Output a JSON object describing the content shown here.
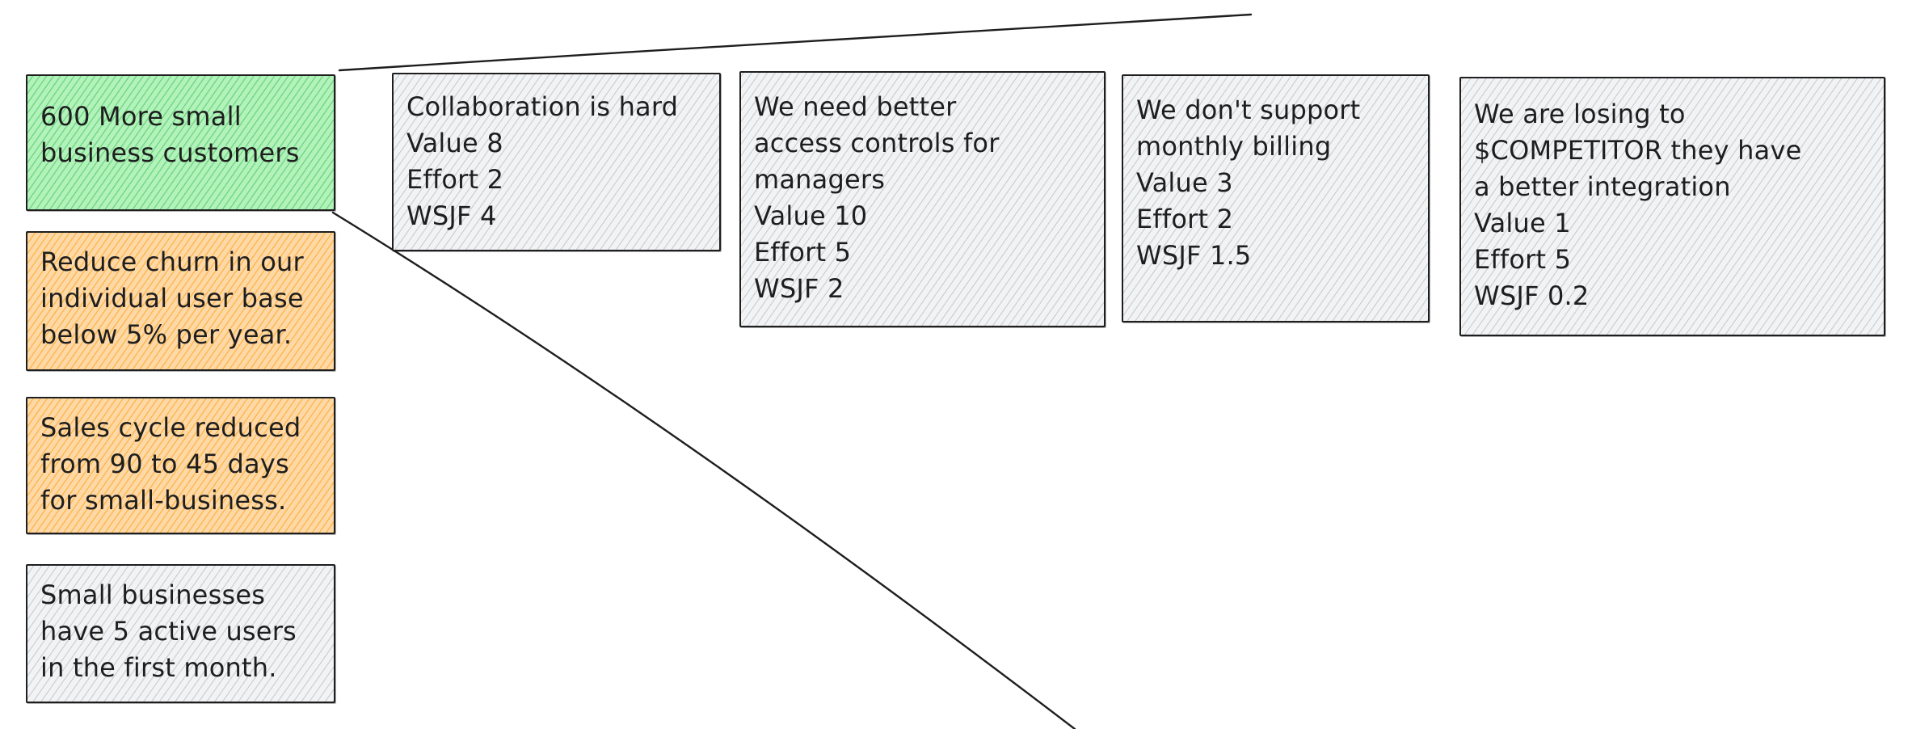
{
  "diagram": {
    "goals": [
      {
        "text": "600 More small\nbusiness customers",
        "color": "#b2f2bb"
      },
      {
        "text": "Reduce churn in our\nindividual user base\nbelow 5% per year.",
        "color": "#ffd8a8"
      },
      {
        "text": "Sales cycle reduced\nfrom 90 to 45 days\nfor small-business.",
        "color": "#ffd8a8"
      },
      {
        "text": "Small businesses\nhave 5 active users\nin the first month.",
        "color": "#f1f3f5"
      }
    ],
    "opportunities": [
      {
        "text": "Collaboration is hard\nValue 8\nEffort 2\nWSJF 4",
        "color": "#f1f3f5"
      },
      {
        "text": "We need better\naccess controls for\nmanagers\nValue 10\nEffort 5\nWSJF 2",
        "color": "#f1f3f5"
      },
      {
        "text": "We don't support\nmonthly billing\nValue 3\nEffort 2\nWSJF 1.5",
        "color": "#f1f3f5"
      },
      {
        "text": "We are losing to\n$COMPETITOR they have\na better integration\nValue 1\nEffort 5\nWSJF 0.2",
        "color": "#f1f3f5"
      }
    ],
    "stroke_color": "#1e1e1e"
  }
}
